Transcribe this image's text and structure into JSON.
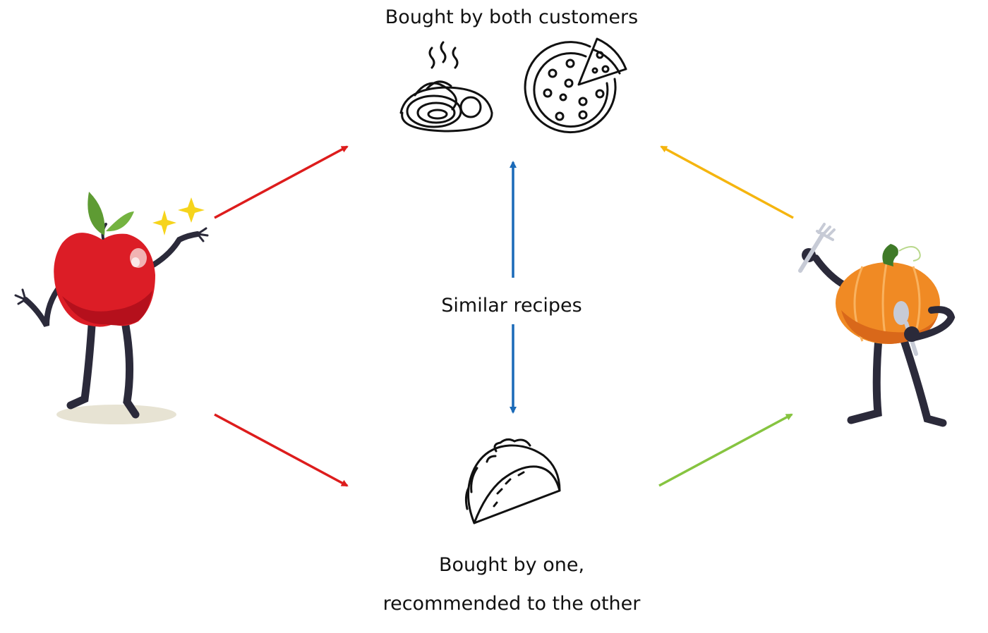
{
  "labels": {
    "top": "Bought by both customers",
    "middle": "Similar recipes",
    "bottom_line1": "Bought by one,",
    "bottom_line2": "recommended to the other"
  },
  "icons": {
    "pasta": "pasta-bowl-icon",
    "pizza": "pizza-icon",
    "taco": "taco-icon",
    "customer_a": "apple-character-icon",
    "customer_b": "pumpkin-character-icon"
  },
  "colors": {
    "customer_a_arrows": "#dd1c1c",
    "customer_b_arrow_top": "#f5b50f",
    "customer_b_arrow_bottom": "#86c440",
    "similar_arrow": "#1a6ab8"
  }
}
